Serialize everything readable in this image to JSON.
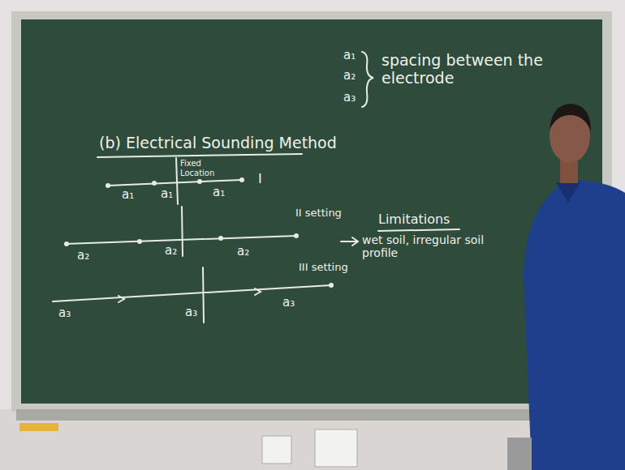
{
  "diagram": {
    "title": "(b) Electrical Sounding Method",
    "labels": [
      "Fixed Location",
      "a₁",
      "a₁",
      "a₁",
      "I",
      "II setting",
      "a₂",
      "a₂",
      "a₂",
      "III setting",
      "a₃",
      "a₃",
      "a₃",
      "a₁",
      "a₂",
      "a₃",
      "spacing between the electrode",
      "Limitations",
      "wet soil, irregular soil profile"
    ]
  }
}
